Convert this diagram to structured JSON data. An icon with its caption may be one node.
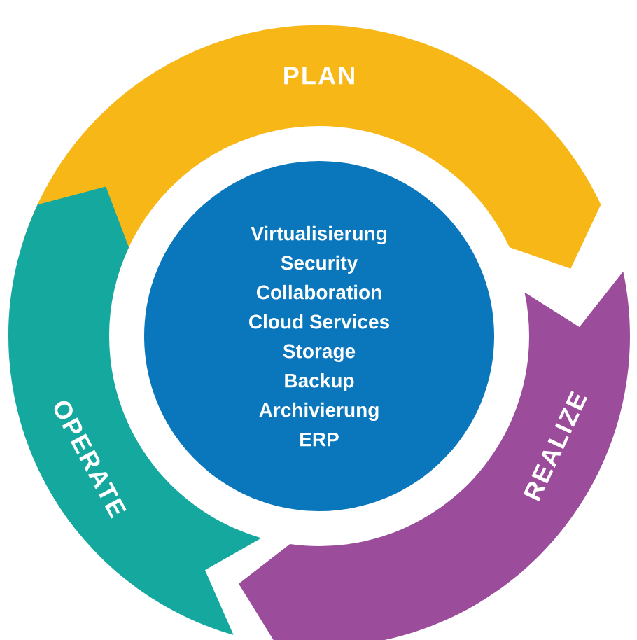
{
  "diagram": {
    "nodes": [
      {
        "text": [
          "PLAN"
        ]
      },
      {
        "text": [
          "Virtualisierung",
          "Security",
          "Collaboration",
          "Cloud Services",
          "Storage",
          "Backup",
          "Archivierung",
          "ERP"
        ]
      },
      {
        "text": [
          "REALIZE"
        ]
      },
      {
        "text": [
          "OPERATE"
        ]
      }
    ]
  }
}
